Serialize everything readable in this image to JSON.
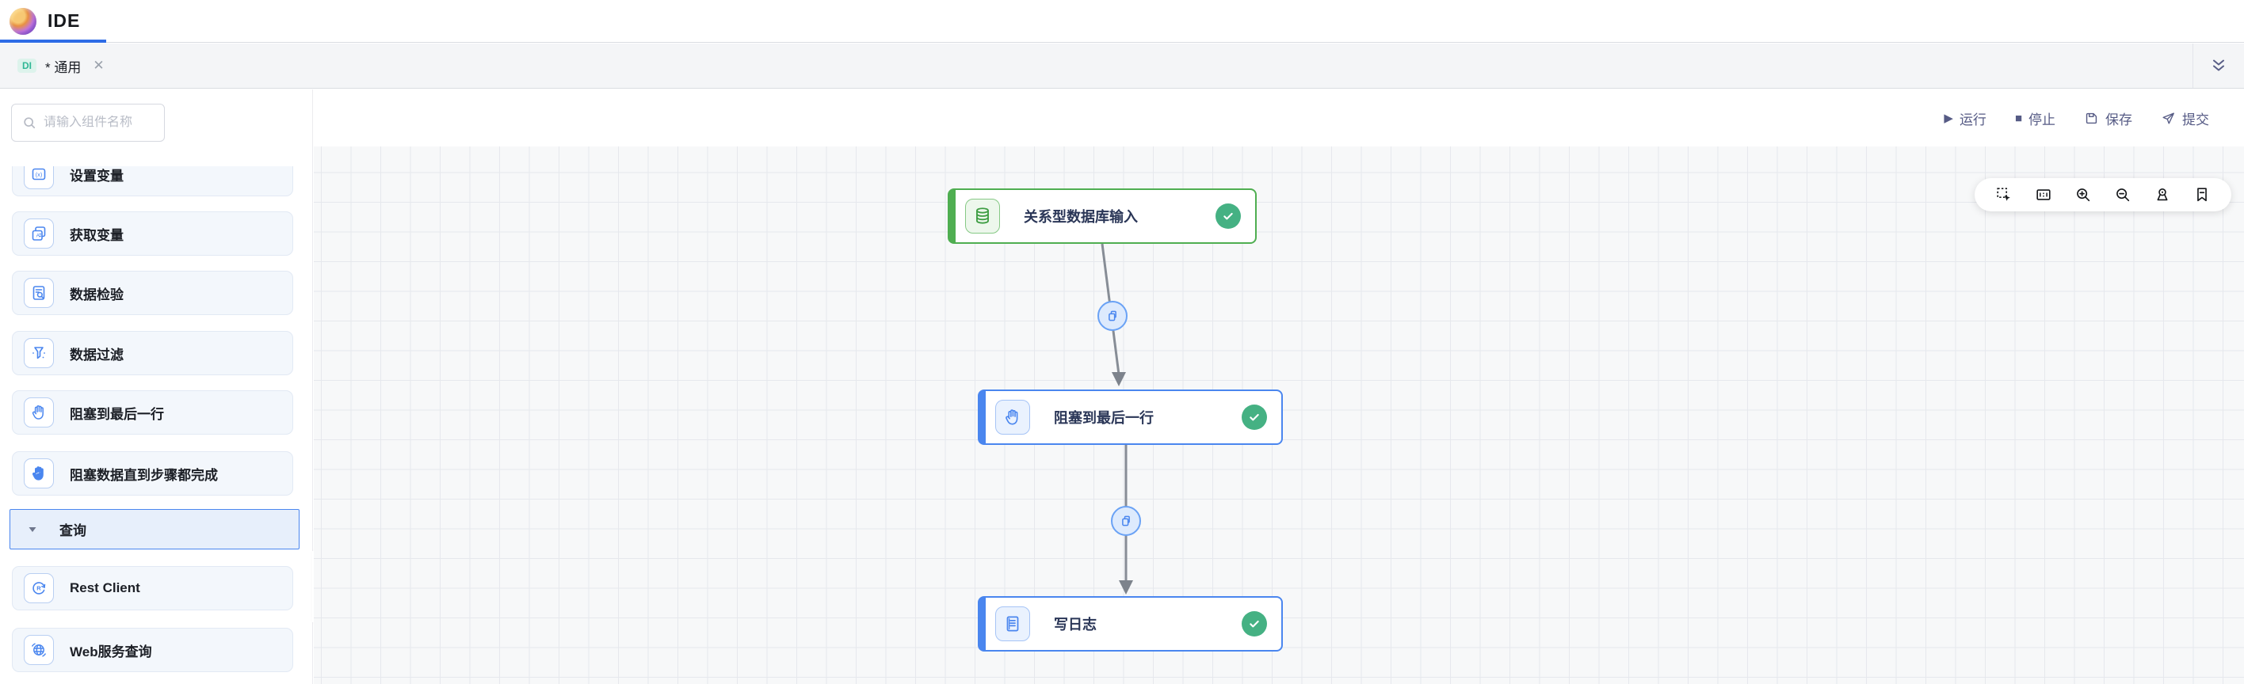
{
  "header": {
    "app_title": "IDE"
  },
  "tab_bar": {
    "tab": {
      "badge": "DI",
      "title": "* 通用",
      "close_glyph": "✕"
    }
  },
  "actions_toolbar": {
    "run": "运行",
    "stop": "停止",
    "save": "保存",
    "submit": "提交",
    "run_glyph": "▶",
    "stop_glyph": "■"
  },
  "sidebar": {
    "search_placeholder": "请输入组件名称",
    "items": [
      {
        "label": "设置变量"
      },
      {
        "label": "获取变量"
      },
      {
        "label": "数据检验"
      },
      {
        "label": "数据过滤"
      },
      {
        "label": "阻塞到最后一行"
      },
      {
        "label": "阻塞数据直到步骤都完成"
      },
      {
        "label": "Rest Client"
      },
      {
        "label": "Web服务查询"
      }
    ],
    "section": {
      "label": "查询"
    }
  },
  "canvas": {
    "nodes": [
      {
        "label": "关系型数据库输入",
        "status": "success",
        "accent": "#4fae51"
      },
      {
        "label": "阻塞到最后一行",
        "status": "success",
        "accent": "#4a86ef"
      },
      {
        "label": "写日志",
        "status": "success",
        "accent": "#4a86ef"
      }
    ],
    "toolbar_icons": [
      "marquee-select",
      "minimap",
      "zoom-in",
      "zoom-out",
      "locate",
      "bookmark"
    ]
  },
  "colors": {
    "accent_blue": "#4a86ef",
    "node_green": "#4fae51",
    "success_green": "#45b183",
    "toolbar_text": "#565b85",
    "tab_badge_teal": "#30b795",
    "active_underline": "#2e6ce6"
  }
}
